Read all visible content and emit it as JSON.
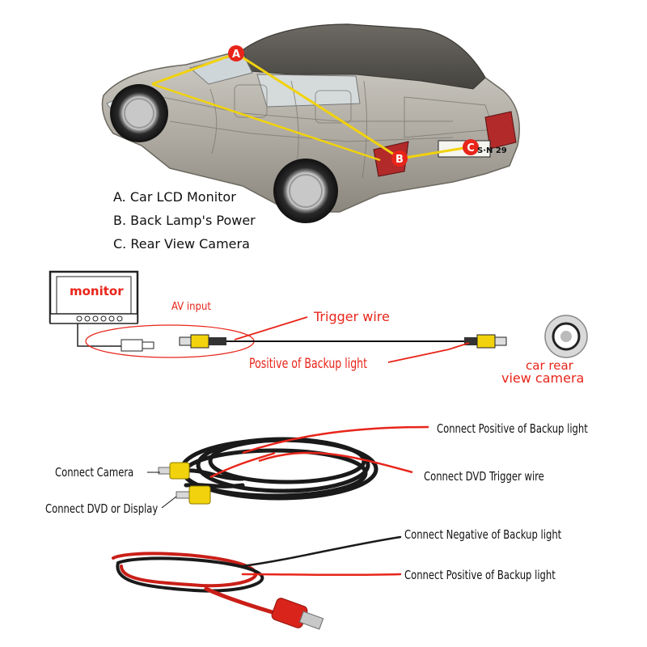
{
  "car": {
    "marker_a": "A",
    "marker_b": "B",
    "marker_c": "C",
    "plate": "S·N 29",
    "legend": [
      "A. Car LCD Monitor",
      "B. Back Lamp's Power",
      "C. Rear View Camera"
    ]
  },
  "wiring": {
    "monitor": "monitor",
    "av_input": "AV input",
    "trigger_wire": "Trigger wire",
    "positive_backup": "Positive of Backup light",
    "camera_line1": "car rear",
    "camera_line2": "view camera"
  },
  "cable": {
    "connect_positive": "Connect Positive of Backup light",
    "connect_camera": "Connect Camera",
    "connect_dvd_trigger": "Connect DVD Trigger wire",
    "connect_dvd_display": "Connect DVD or Display"
  },
  "power": {
    "connect_negative": "Connect Negative of Backup light",
    "connect_positive": "Connect Positive of Backup light"
  },
  "colors": {
    "red": "#e8251a",
    "yellow": "#f2d20c",
    "cable_black": "#1a1a1a",
    "car_body": "#b9b6ae"
  }
}
